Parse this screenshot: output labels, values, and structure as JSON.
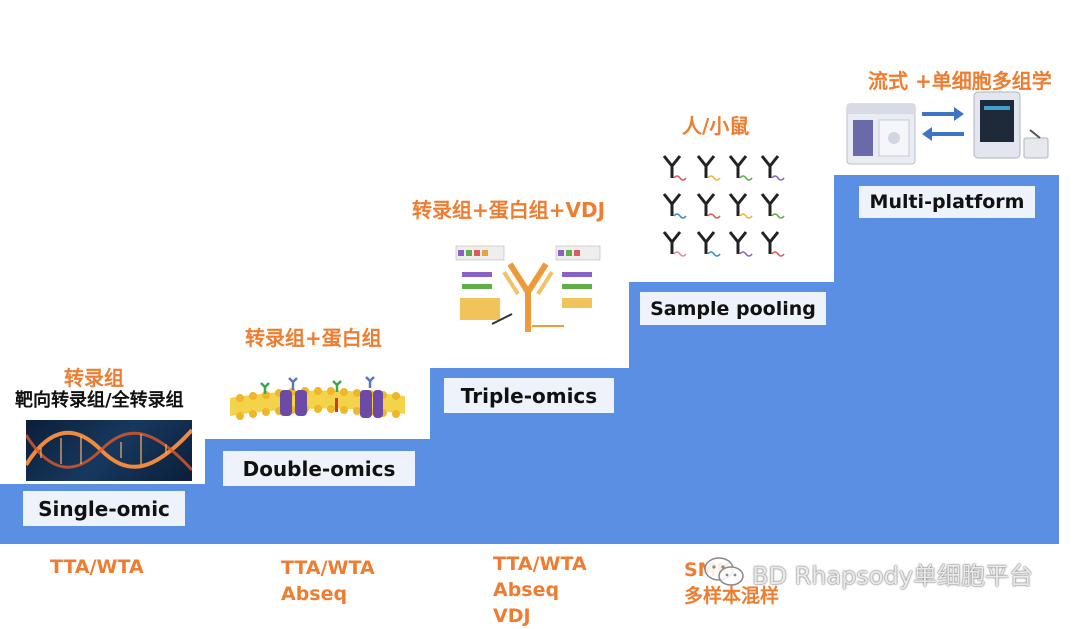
{
  "steps": [
    {
      "label": "Single-omic",
      "caption_top": "转录组",
      "caption_sub": "靶向转录组/全转录组",
      "bottom": [
        "TTA/WTA"
      ]
    },
    {
      "label": "Double-omics",
      "caption_top": "转录组+蛋白组",
      "bottom": [
        "TTA/WTA",
        "Abseq"
      ]
    },
    {
      "label": "Triple-omics",
      "caption_top": "转录组+蛋白组+VDJ",
      "bottom": [
        "TTA/WTA",
        "Abseq",
        "VDJ"
      ]
    },
    {
      "label": "Sample pooling",
      "caption_top": "人/小鼠",
      "bottom": [
        "SMK",
        "多样本混样"
      ]
    },
    {
      "label": "Multi-platform",
      "caption_top": "流式 +单细胞多组学",
      "bottom": []
    }
  ],
  "watermark": "BD Rhapsody单细胞平台",
  "colors": {
    "step_fill": "#5b8fe3",
    "accent": "#ed7d31",
    "label_bg": "#eef2fb"
  }
}
